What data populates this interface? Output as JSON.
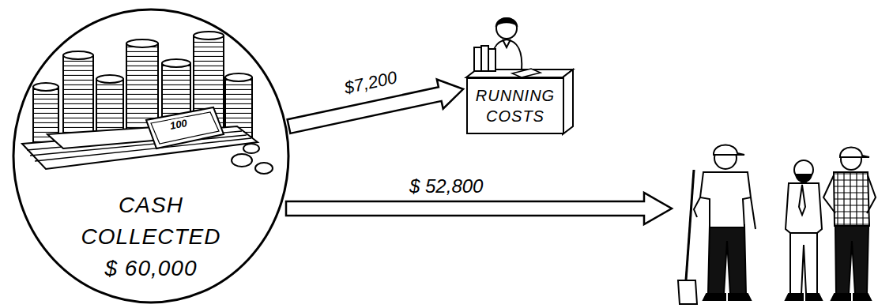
{
  "diagram": {
    "nodes": [
      {
        "text": [
          "CASH COLLECTED $ 60,000"
        ]
      },
      {
        "text": [
          "RUNNING COSTS"
        ]
      }
    ],
    "edges": [
      {
        "from": 0,
        "to": 1,
        "arrow": "to",
        "label": "$7,200"
      }
    ],
    "labels": [
      "$ 52,800",
      "100"
    ]
  }
}
